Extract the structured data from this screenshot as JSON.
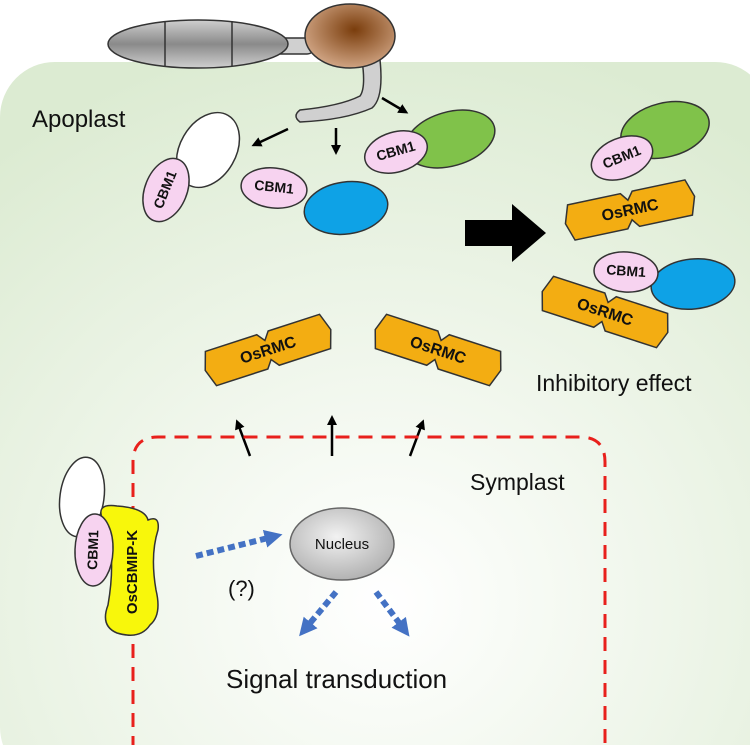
{
  "labels": {
    "apoplast": "Apoplast",
    "symplast": "Symplast",
    "inhibitory": "Inhibitory effect",
    "nucleus": "Nucleus",
    "unknown": "(?)",
    "signal": "Signal transduction",
    "receptor": "OsCBMIP-K"
  },
  "proteins": {
    "cbm": "CBM1",
    "rmc": "OsRMC"
  },
  "colors": {
    "cell_fill": "#e3eedc",
    "cbm_pink": "#f7d3f0",
    "green_domain": "#80c24a",
    "blue_domain": "#0ea2e6",
    "rmc_orange": "#f3ad12",
    "receptor_yellow": "#f8f70b",
    "membrane_red": "#e8201c",
    "signal_blue": "#4472c4"
  }
}
